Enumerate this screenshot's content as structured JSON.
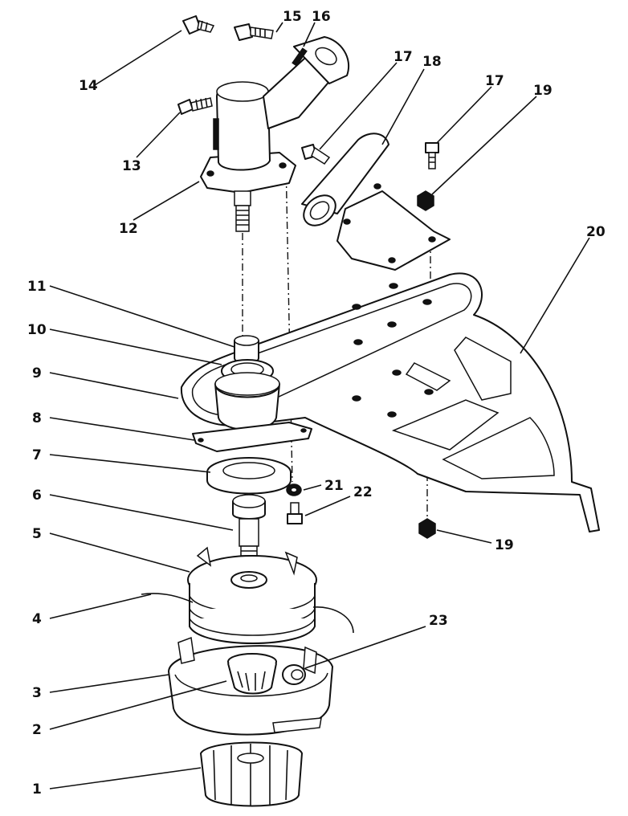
{
  "callouts": [
    {
      "id": "c1",
      "label": "1"
    },
    {
      "id": "c2",
      "label": "2"
    },
    {
      "id": "c3",
      "label": "3"
    },
    {
      "id": "c4",
      "label": "4"
    },
    {
      "id": "c5",
      "label": "5"
    },
    {
      "id": "c6",
      "label": "6"
    },
    {
      "id": "c7",
      "label": "7"
    },
    {
      "id": "c8",
      "label": "8"
    },
    {
      "id": "c9",
      "label": "9"
    },
    {
      "id": "c10",
      "label": "10"
    },
    {
      "id": "c11",
      "label": "11"
    },
    {
      "id": "c12",
      "label": "12"
    },
    {
      "id": "c13",
      "label": "13"
    },
    {
      "id": "c14",
      "label": "14"
    },
    {
      "id": "c15",
      "label": "15"
    },
    {
      "id": "c16",
      "label": "16"
    },
    {
      "id": "c17a",
      "label": "17"
    },
    {
      "id": "c17b",
      "label": "17"
    },
    {
      "id": "c18",
      "label": "18"
    },
    {
      "id": "c19a",
      "label": "19"
    },
    {
      "id": "c19b",
      "label": "19"
    },
    {
      "id": "c20",
      "label": "20"
    },
    {
      "id": "c21",
      "label": "21"
    },
    {
      "id": "c22",
      "label": "22"
    },
    {
      "id": "c23",
      "label": "23"
    }
  ]
}
